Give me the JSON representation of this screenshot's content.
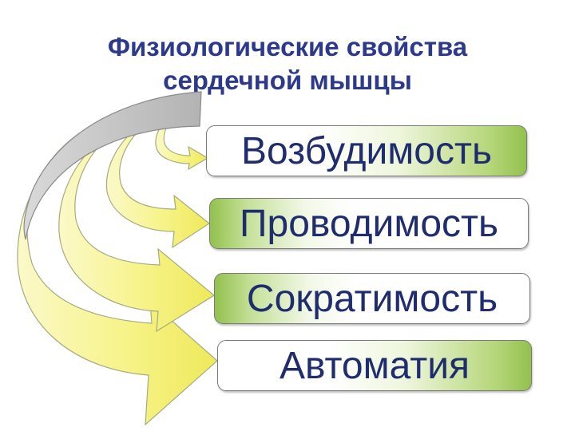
{
  "title": {
    "line1": "Физиологические свойства",
    "line2": "сердечной мышцы"
  },
  "properties": [
    {
      "label": "Возбудимость"
    },
    {
      "label": "Проводимость"
    },
    {
      "label": "Сократимость"
    },
    {
      "label": "Автоматия"
    }
  ],
  "colors": {
    "title_text": "#2d3a8c",
    "box_text": "#1f2d6e",
    "arrow_fill": "#f7f48e",
    "arrow_outline": "#9aa27a",
    "header_band": "#c4c4c4",
    "box_green": "#93c14e"
  }
}
